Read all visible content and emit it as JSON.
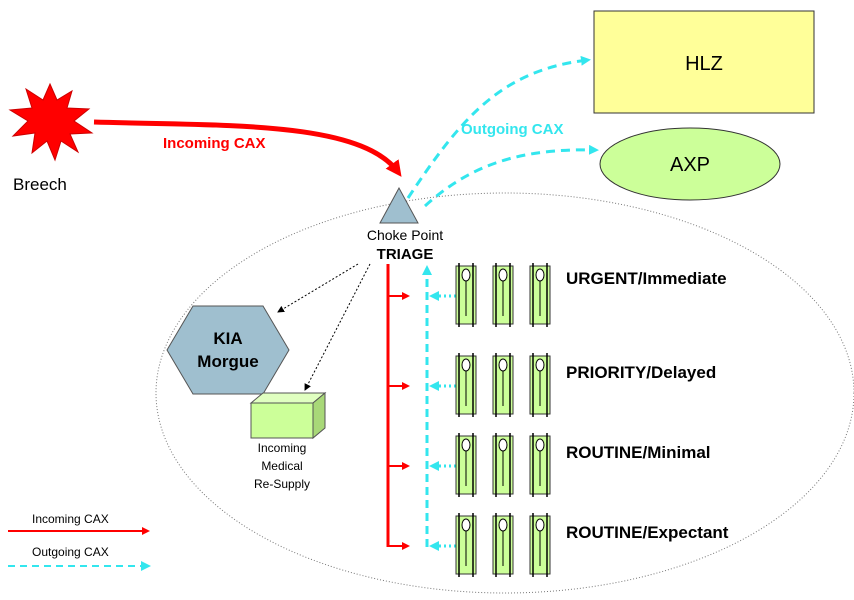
{
  "nodes": {
    "breech": "Breech",
    "incoming_label": "Incoming CAX",
    "outgoing_label": "Outgoing CAX",
    "hlz": "HLZ",
    "axp": "AXP",
    "choke_point": "Choke Point",
    "triage": "TRIAGE",
    "kia_line1": "KIA",
    "kia_line2": "Morgue",
    "resupply_line1": "Incoming",
    "resupply_line2": "Medical",
    "resupply_line3": "Re-Supply"
  },
  "categories": [
    {
      "label": "URGENT/Immediate"
    },
    {
      "label": "PRIORITY/Delayed"
    },
    {
      "label": "ROUTINE/Minimal"
    },
    {
      "label": "ROUTINE/Expectant"
    }
  ],
  "legend": {
    "incoming": "Incoming CAX",
    "outgoing": "Outgoing CAX"
  },
  "colors": {
    "incoming": "#ff0000",
    "outgoing": "#33e6ee",
    "starburst": "#ff0000",
    "hlz_fill": "#ffff99",
    "axp_fill": "#ccff99",
    "triangle_fill": "#9fbfcf",
    "hexagon_fill": "#9fbfcf",
    "box_fill": "#ccff99",
    "litter_fill": "#ccff99"
  }
}
